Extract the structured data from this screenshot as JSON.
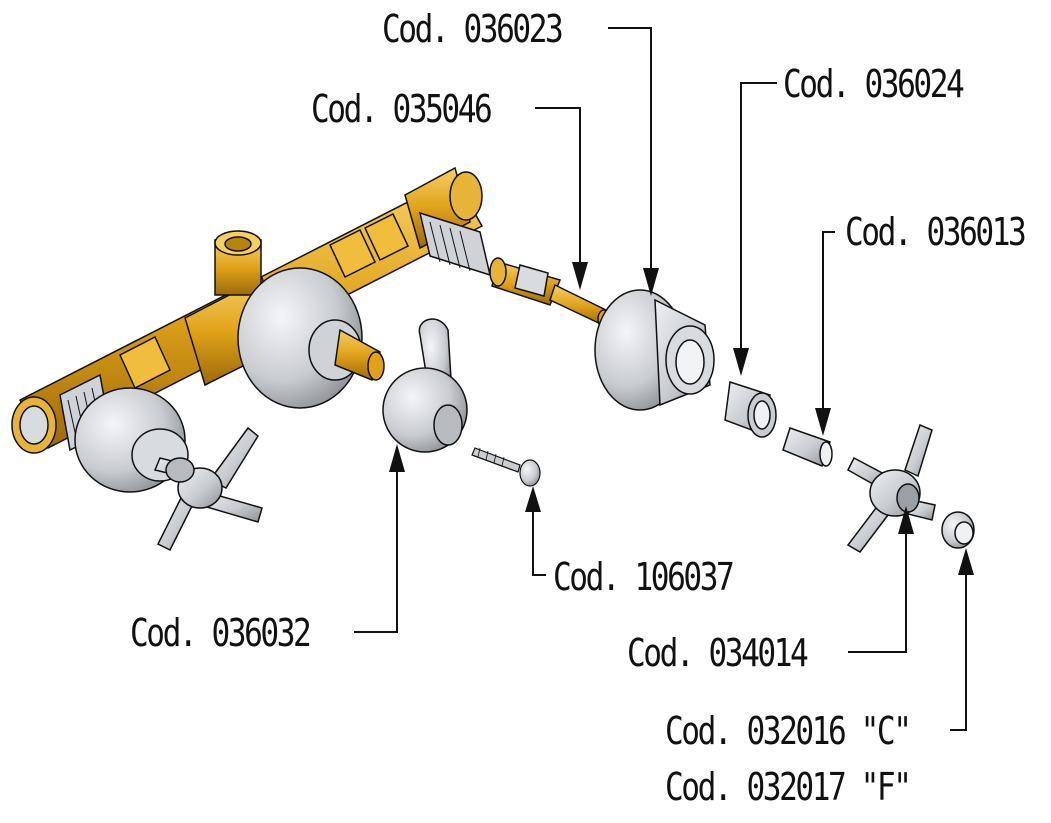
{
  "callouts": [
    {
      "id": "c036023",
      "label": "Cod. 036023"
    },
    {
      "id": "c035046",
      "label": "Cod. 035046"
    },
    {
      "id": "c036024",
      "label": "Cod. 036024"
    },
    {
      "id": "c036013",
      "label": "Cod. 036013"
    },
    {
      "id": "c106037",
      "label": "Cod. 106037"
    },
    {
      "id": "c036032",
      "label": "Cod. 036032"
    },
    {
      "id": "c034014",
      "label": "Cod. 034014"
    },
    {
      "id": "c032016",
      "label": "Cod. 032016 \"C\""
    },
    {
      "id": "c032017",
      "label": "Cod. 032017 \"F\""
    }
  ],
  "colors": {
    "brass": "#e0a21a",
    "brass_dark": "#9c6a08",
    "brass_light": "#f6cf63",
    "chrome": "#c9ccd0",
    "chrome_dark": "#8d9196",
    "chrome_light": "#eef0f2",
    "line": "#111111"
  },
  "parts": [
    {
      "name": "valve-body-icon"
    },
    {
      "name": "cartridge-icon"
    },
    {
      "name": "escutcheon-icon"
    },
    {
      "name": "sleeve-icon"
    },
    {
      "name": "spacer-tube-icon"
    },
    {
      "name": "lever-handle-icon"
    },
    {
      "name": "screw-icon"
    },
    {
      "name": "cross-handle-icon"
    },
    {
      "name": "index-cap-icon"
    }
  ]
}
